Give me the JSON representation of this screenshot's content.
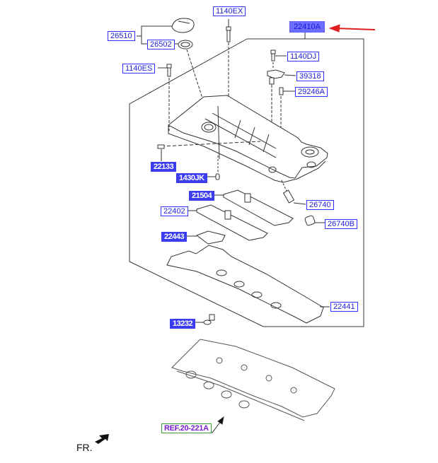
{
  "diagram": {
    "title": "Rocker Cover",
    "labels": {
      "p26510": "26510",
      "p26502": "26502",
      "p1140EX": "1140EX",
      "p22410A": "22410A",
      "p1140DJ": "1140DJ",
      "p39318": "39318",
      "p29246A": "29246A",
      "p1140ES": "1140ES",
      "p22133": "22133",
      "p1430JK": "1430JK",
      "p21504": "21504",
      "p22402": "22402",
      "p26740": "26740",
      "p26740B": "26740B",
      "p22443": "22443",
      "p22441": "22441",
      "p13232": "13232",
      "ref": "REF.20-221A"
    },
    "selected_part": "22410A",
    "front_indicator": "FR.",
    "colors": {
      "label_text": "#2020d8",
      "label_border": "#3333ff",
      "selected_fill": "#6d6dff",
      "arrow": "#e02020",
      "ref_text": "#7a1fd0",
      "ref_border": "#3aa03a"
    }
  }
}
